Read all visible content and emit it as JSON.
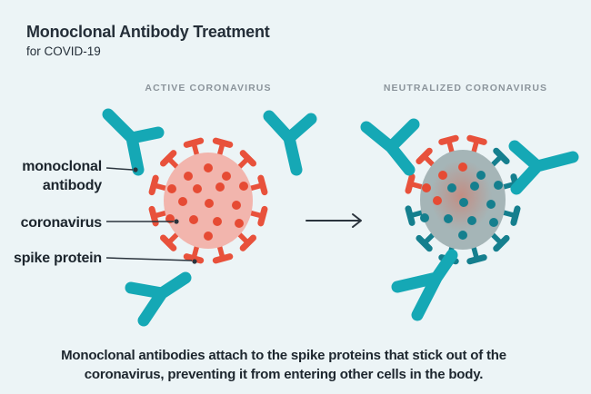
{
  "header": {
    "title": "Monoclonal Antibody Treatment",
    "subtitle": "for COVID-19"
  },
  "sections": {
    "active_label": "ACTIVE CORONAVIRUS",
    "neutralized_label": "NEUTRALIZED CORONAVIRUS"
  },
  "callouts": {
    "antibody": "monoclonal antibody",
    "virus": "coronavirus",
    "spike": "spike protein"
  },
  "caption": {
    "line1": "Monoclonal antibodies attach to the spike proteins that stick out of the",
    "line2": "coronavirus, preventing it from entering other cells in the body."
  },
  "colors": {
    "background": "#ecf4f6",
    "title-text": "#242e38",
    "section-label": "#8b949b",
    "label-text": "#1c252d",
    "caption-text": "#1d262e",
    "antibody-teal": "#15a8b5",
    "spike-red": "#e8513b",
    "virus-pink": "#f2b5ad",
    "virus-dot-red": "#e64b34",
    "neutralized-gray": "#a5b5b7",
    "neutralized-center": "#c28e84",
    "spike-teal-dark": "#157f8e",
    "line-dark": "#2b343d"
  }
}
